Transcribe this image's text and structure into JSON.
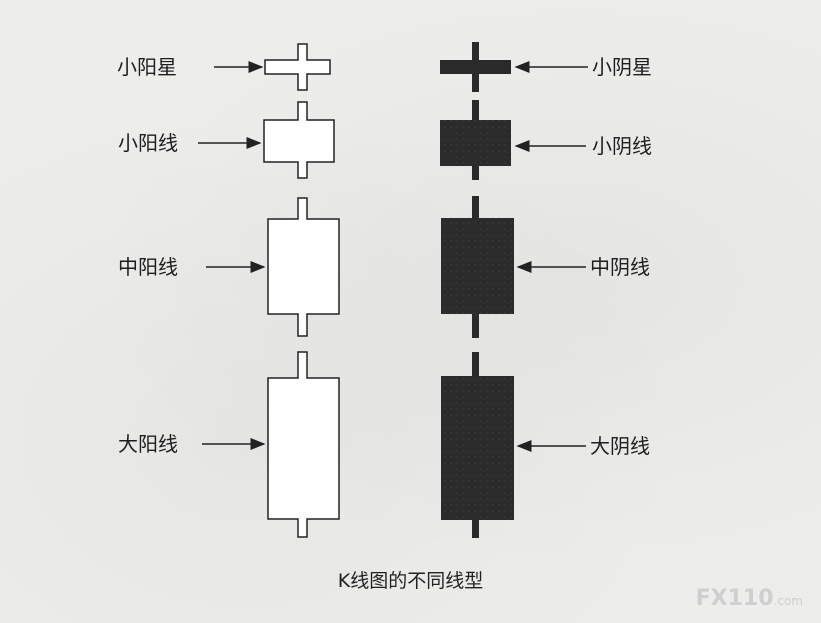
{
  "labels": {
    "yang_star": "小阳星",
    "yin_star": "小阴星",
    "small_yang": "小阳线",
    "small_yin": "小阴线",
    "mid_yang": "中阳线",
    "mid_yin": "中阴线",
    "big_yang": "大阳线",
    "big_yin": "大阴线"
  },
  "caption": "K线图的不同线型",
  "watermark": {
    "main": "FX110",
    "suffix": ".com"
  }
}
